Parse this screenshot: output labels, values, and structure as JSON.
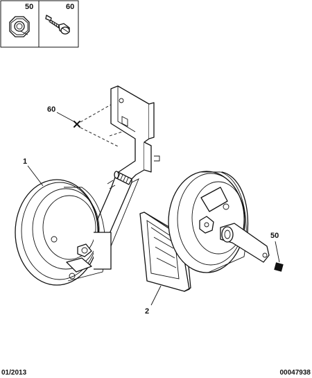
{
  "legend": {
    "nut_ref": "50",
    "bolt_ref": "60"
  },
  "callouts": {
    "bolt": "60",
    "left_horn": "1",
    "right_horn_nut": "50",
    "trumpet": "2"
  },
  "footer": {
    "date": "01/2013",
    "code": "00047938"
  }
}
